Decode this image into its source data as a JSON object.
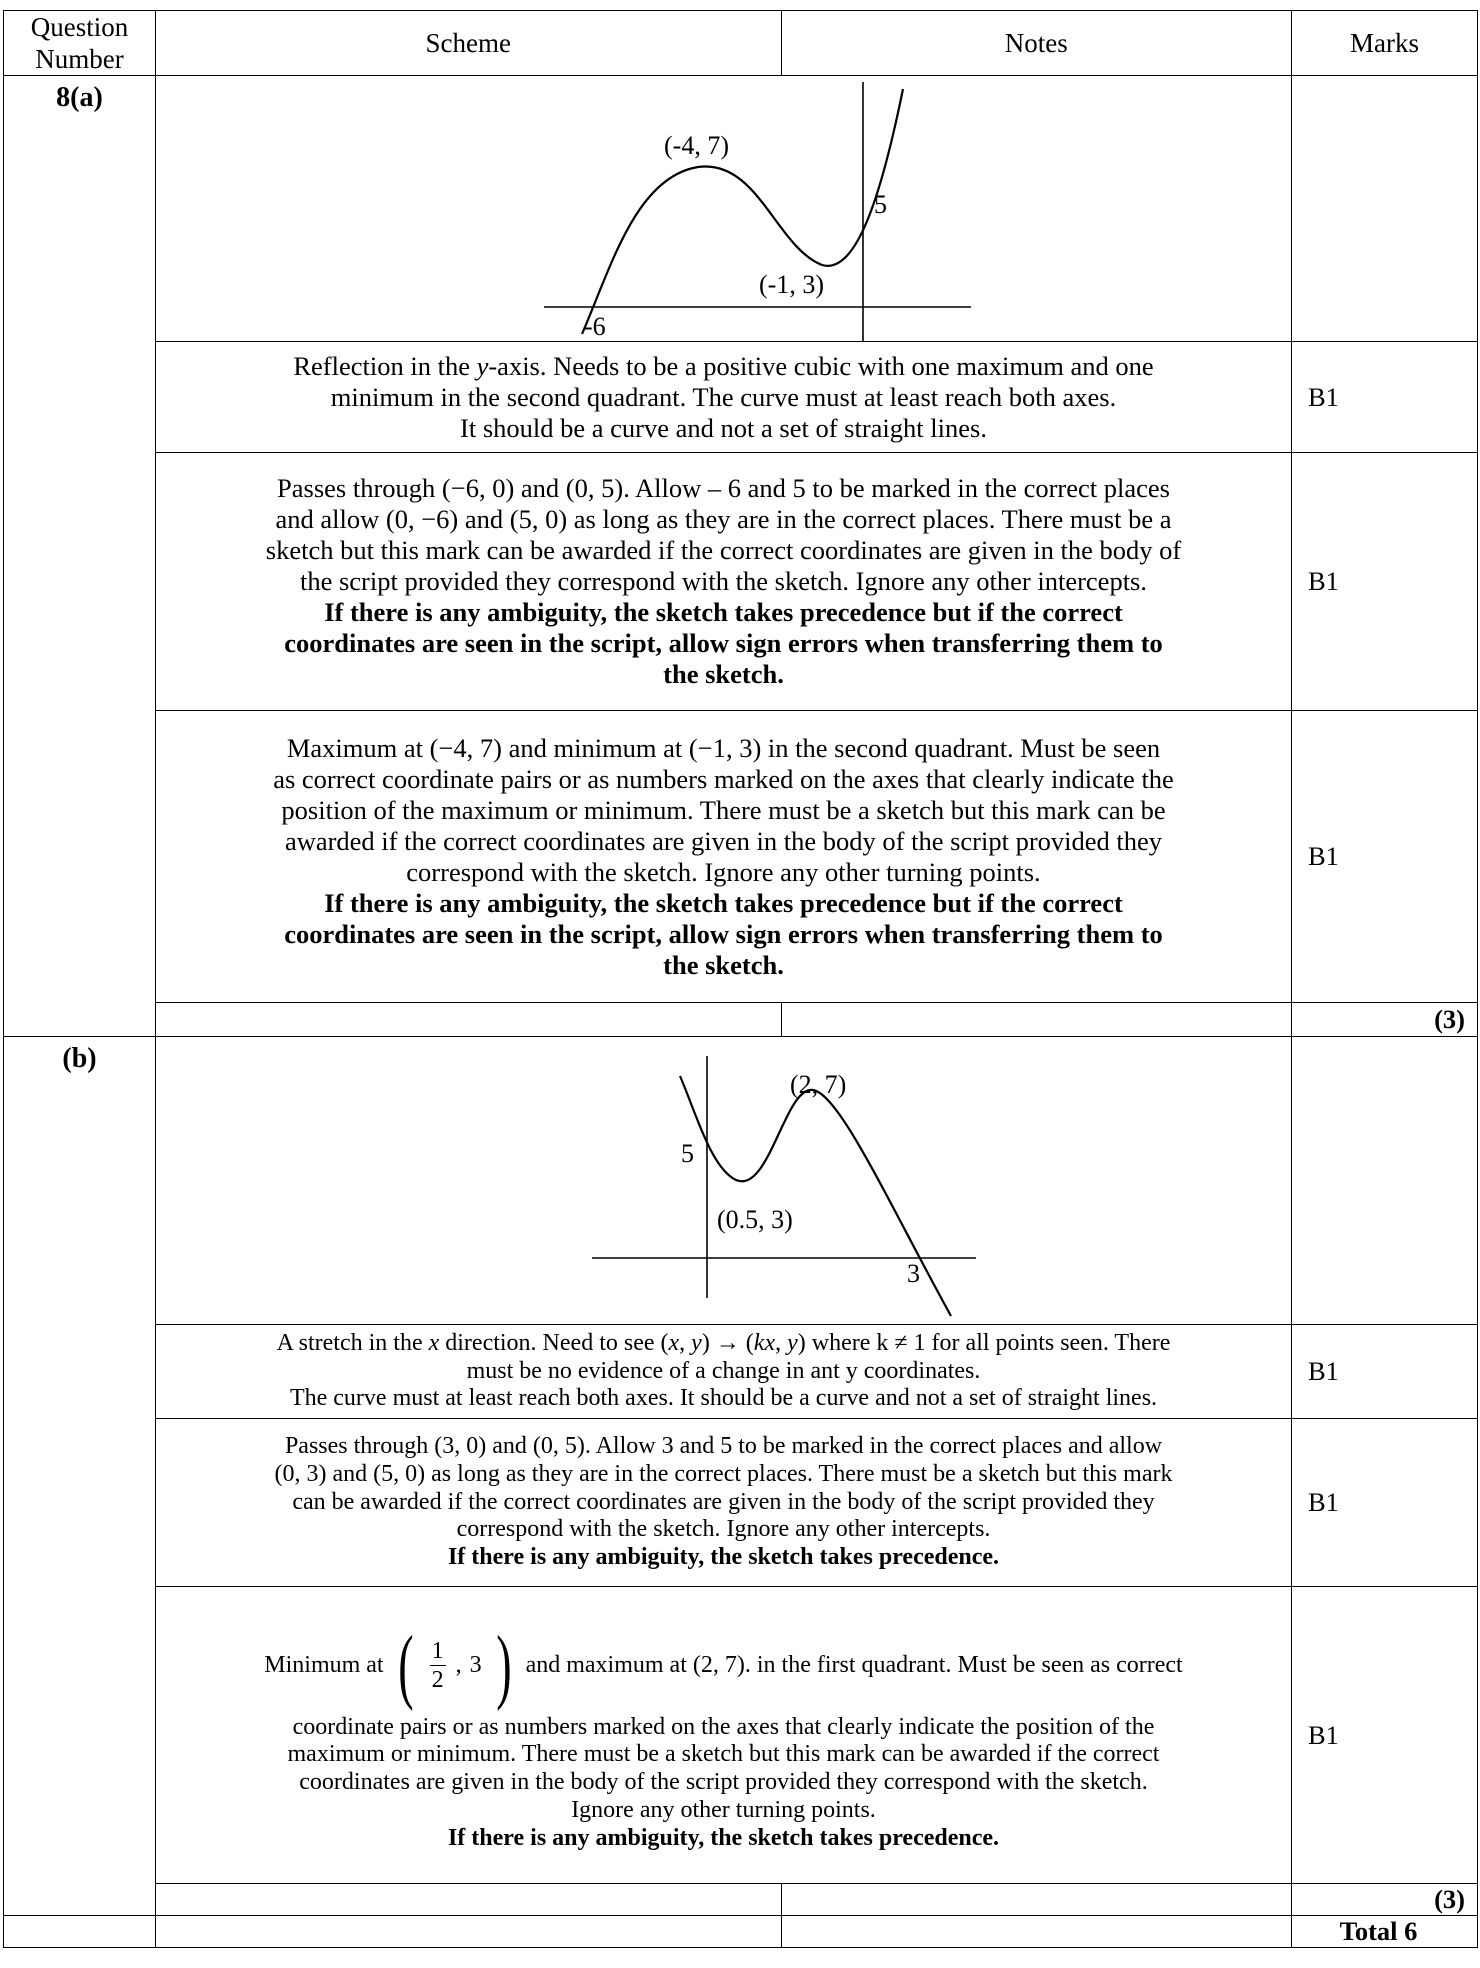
{
  "header": {
    "question_number": [
      "Question",
      "Number"
    ],
    "scheme": "Scheme",
    "notes": "Notes",
    "marks": "Marks"
  },
  "part_a": {
    "label": "8(a)",
    "graph": {
      "max_label": "(-4, 7)",
      "min_label": "(-1, 3)",
      "y_intercept": "5",
      "x_intercept": "-6"
    },
    "rows": [
      {
        "lines": [
          "Reflection in the y-axis. Needs to be a positive cubic with one maximum and one",
          "minimum in the second quadrant. The curve must at least reach both axes.",
          "It should be a curve and not a set of straight lines."
        ],
        "mark": "B1"
      },
      {
        "lines": [
          "Passes through (−6, 0) and (0, 5). Allow – 6 and 5 to be marked in the correct places",
          "and allow (0, −6) and (5, 0) as long as they are in the correct places. There must be a",
          "sketch but this mark can be awarded if the correct coordinates are given in the body of",
          "the script provided they correspond with the sketch. Ignore any other intercepts."
        ],
        "bold_lines": [
          "If there is any ambiguity, the sketch takes precedence but if the correct",
          "coordinates are seen in the script, allow sign errors when transferring them to",
          "the sketch."
        ],
        "mark": "B1"
      },
      {
        "lines": [
          "Maximum at (−4, 7) and minimum at (−1, 3) in the second quadrant. Must be seen",
          "as correct coordinate pairs or as numbers marked on the axes that clearly indicate the",
          "position of the maximum or minimum. There must be a sketch but this mark can be",
          "awarded if the correct coordinates are given in the body of the script provided they",
          "correspond with the sketch. Ignore any other turning points."
        ],
        "bold_lines": [
          "If there is any ambiguity, the sketch takes precedence but if the correct",
          "coordinates are seen in the script, allow sign errors when transferring them to",
          "the sketch."
        ],
        "mark": "B1"
      }
    ],
    "subtotal": "(3)"
  },
  "part_b": {
    "label": "(b)",
    "graph": {
      "max_label": "(2, 7)",
      "min_label": "(0.5, 3)",
      "y_intercept": "5",
      "x_intercept": "3"
    },
    "rows": [
      {
        "lines": [
          "A stretch in the x direction. Need to see (x, y) → (kx, y) where k ≠ 1 for all points seen. There",
          "must be no evidence of a change in ant y coordinates.",
          "The curve must at least reach both axes. It should be a curve and not a set of straight lines."
        ],
        "mark": "B1"
      },
      {
        "lines": [
          "Passes through (3, 0) and (0, 5). Allow 3 and 5 to be marked in the correct places and allow",
          "(0, 3) and (5, 0) as long as they are in the correct places. There must be a sketch but this mark",
          "can be awarded if the correct coordinates are given in the body of the script provided they",
          "correspond with the sketch. Ignore any other intercepts."
        ],
        "bold_lines": [
          "If there is any ambiguity, the sketch takes precedence."
        ],
        "mark": "B1"
      },
      {
        "first_line_prefix": "Minimum at",
        "frac_num": "1",
        "frac_den": "2",
        "frac_rest": "3",
        "first_line_suffix": "and maximum at (2, 7). in the first quadrant. Must be seen as correct",
        "lines": [
          "coordinate pairs or as numbers marked on the axes that clearly indicate the position of the",
          "maximum or minimum. There must be a sketch but this mark can be awarded if the correct",
          "coordinates are given in the body of the script provided they correspond with the sketch.",
          "Ignore any other turning points."
        ],
        "bold_lines": [
          "If there is any ambiguity, the sketch takes precedence."
        ],
        "mark": "B1"
      }
    ],
    "subtotal": "(3)"
  },
  "total": "Total 6"
}
